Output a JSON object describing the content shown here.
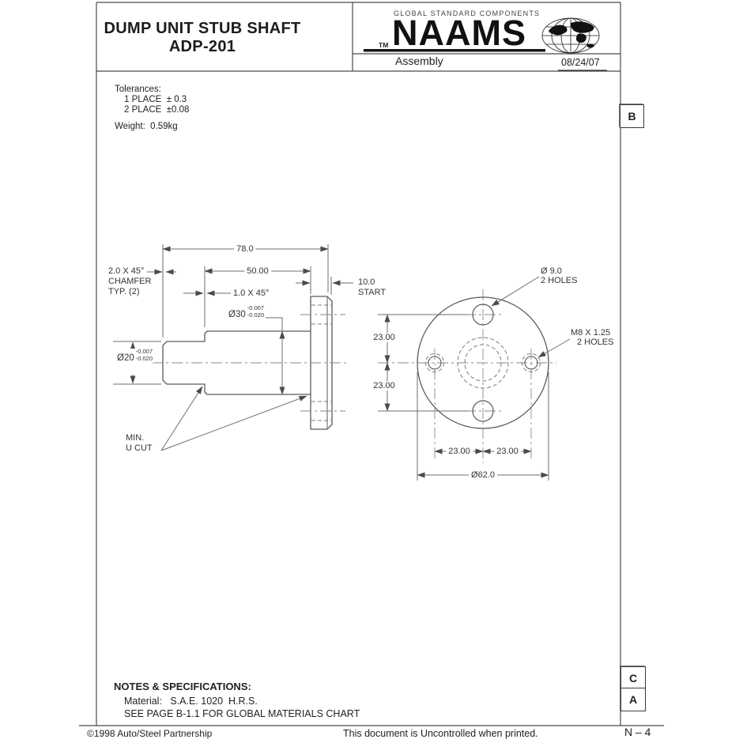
{
  "header": {
    "title_line1": "DUMP UNIT STUB SHAFT",
    "title_line2": "ADP-201",
    "brand_tagline": "GLOBAL STANDARD COMPONENTS",
    "brand_tm": "TM",
    "brand_name": "NAAMS",
    "subtitle": "Assembly",
    "date": "08/24/07"
  },
  "zones": {
    "top_right": "B",
    "bottom_upper": "C",
    "bottom_lower": "A"
  },
  "tolerances": {
    "heading": "Tolerances:",
    "lines": [
      "1 PLACE  ± 0.3",
      "2 PLACE  ±0.08"
    ],
    "weight": "Weight:  0.59kg"
  },
  "side_view": {
    "dim_overall": "78.0",
    "dim_mid": "50.00",
    "chamfer2_line1": "2.0 X 45°",
    "chamfer2_line2": "CHAMFER",
    "chamfer2_line3": "TYP. (2)",
    "chamfer1": "1.0 X 45°",
    "dia30": "Ø30",
    "dia30_tol_upper": "-0.007",
    "dia30_tol_lower": "-0.020",
    "dia20": "Ø20",
    "dia20_tol_upper": "-0.007",
    "dia20_tol_lower": "-0.020",
    "dim_flange": "10.0",
    "dim_flange_note": "START",
    "ucut_line1": "MIN.",
    "ucut_line2": "U CUT"
  },
  "front_view": {
    "hole_label_line1": "Ø 9.0",
    "hole_label_line2": "2 HOLES",
    "thread_label_line1": "M8 X 1.25",
    "thread_label_line2": "2 HOLES",
    "dim_23_upper": "23.00",
    "dim_23_lower": "23.00",
    "dim_23_left": "23.00",
    "dim_23_right": "23.00",
    "dia_flange": "Ø62.0"
  },
  "notes": {
    "heading": "NOTES & SPECIFICATIONS:",
    "material": "Material:   S.A.E. 1020  H.R.S.",
    "see_page": "SEE PAGE B-1.1 FOR GLOBAL MATERIALS CHART"
  },
  "footer": {
    "copyright": "©1998 Auto/Steel Partnership",
    "disclaimer": "This document is Uncontrolled when printed.",
    "page_ref": "N – 4"
  }
}
